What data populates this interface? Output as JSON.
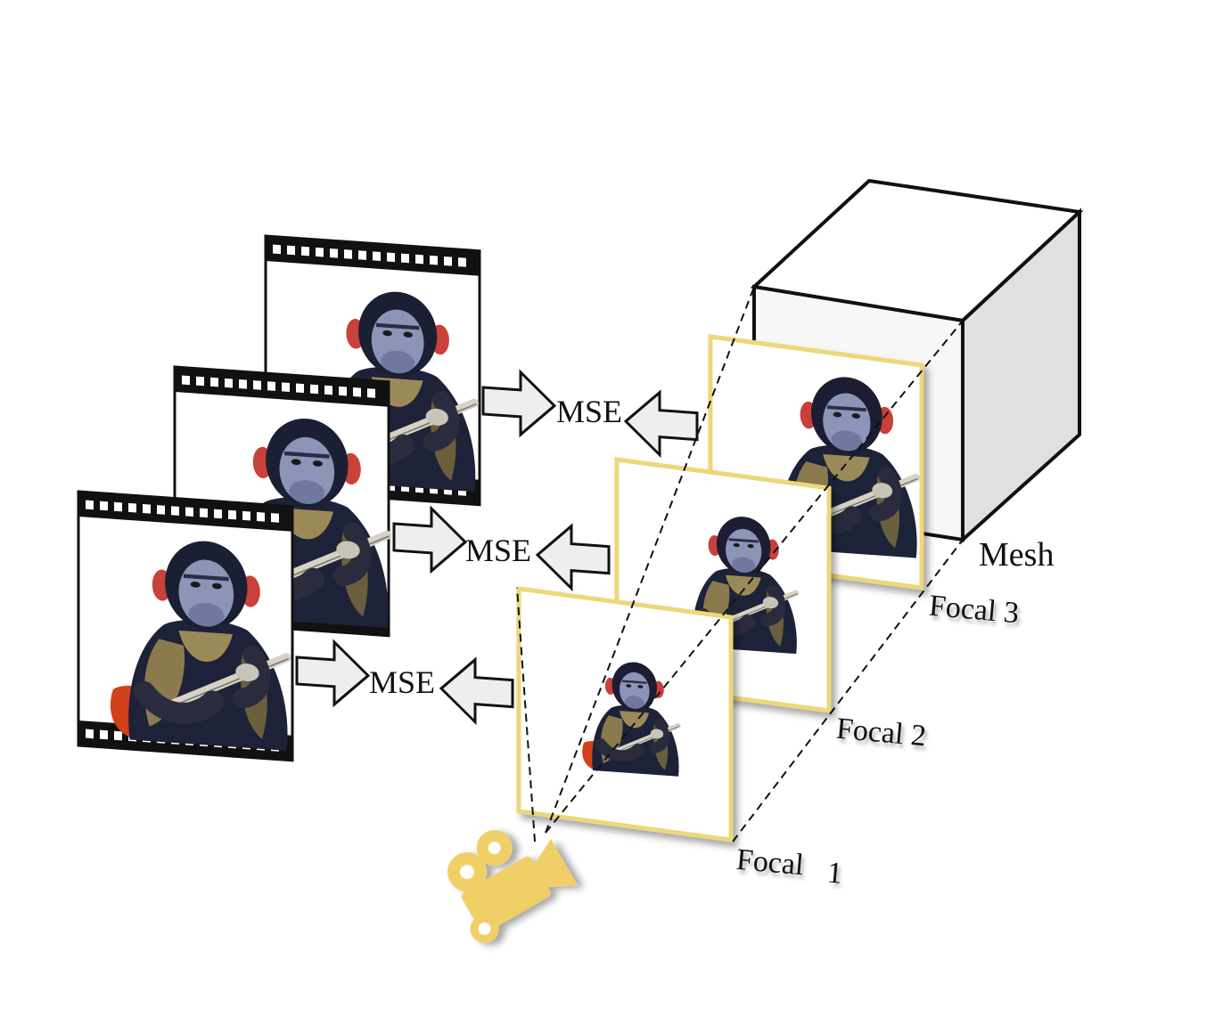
{
  "labels": {
    "mse_top": "MSE",
    "mse_middle": "MSE",
    "mse_bottom": "MSE",
    "mesh": "Mesh",
    "focal_1_word": "Focal",
    "focal_1_num": "1",
    "focal_2": "Focal 2",
    "focal_3": "Focal 3"
  },
  "colors": {
    "focal_frame": "#ecd77a",
    "camera": "#f0cf66",
    "arrow_fill": "#eeeeee",
    "film_strip": "#111111",
    "cube_face_front": "#f7f7f7",
    "cube_face_side": "#e6e6e6"
  },
  "icons": {
    "camera": "video-camera-icon",
    "subject": "monkey-with-guitar-image"
  }
}
